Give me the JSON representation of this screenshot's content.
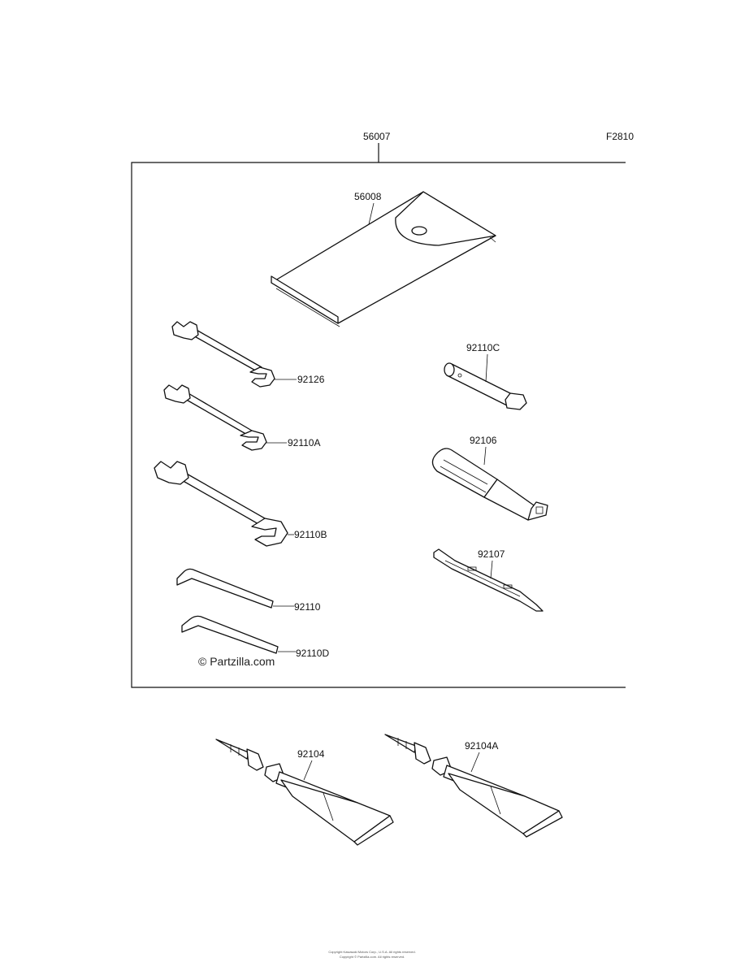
{
  "figure_code": "F2810",
  "watermark": "© Partzilla.com",
  "labels": {
    "kit": "56007",
    "bag": "56008",
    "wrench_small": "92126",
    "wrench_mid": "92110A",
    "wrench_large": "92110B",
    "hex_long": "92110",
    "hex_short": "92110D",
    "box_wrench": "92110C",
    "handle": "92106",
    "screwdriver": "92107",
    "grease_left": "92104",
    "grease_right": "92104A"
  },
  "footer": {
    "line1": "Copyright Kawasaki Motors Corp., U.S.A. All rights reserved.",
    "line2": "Copyright © Partzilla.com. All rights reserved."
  }
}
